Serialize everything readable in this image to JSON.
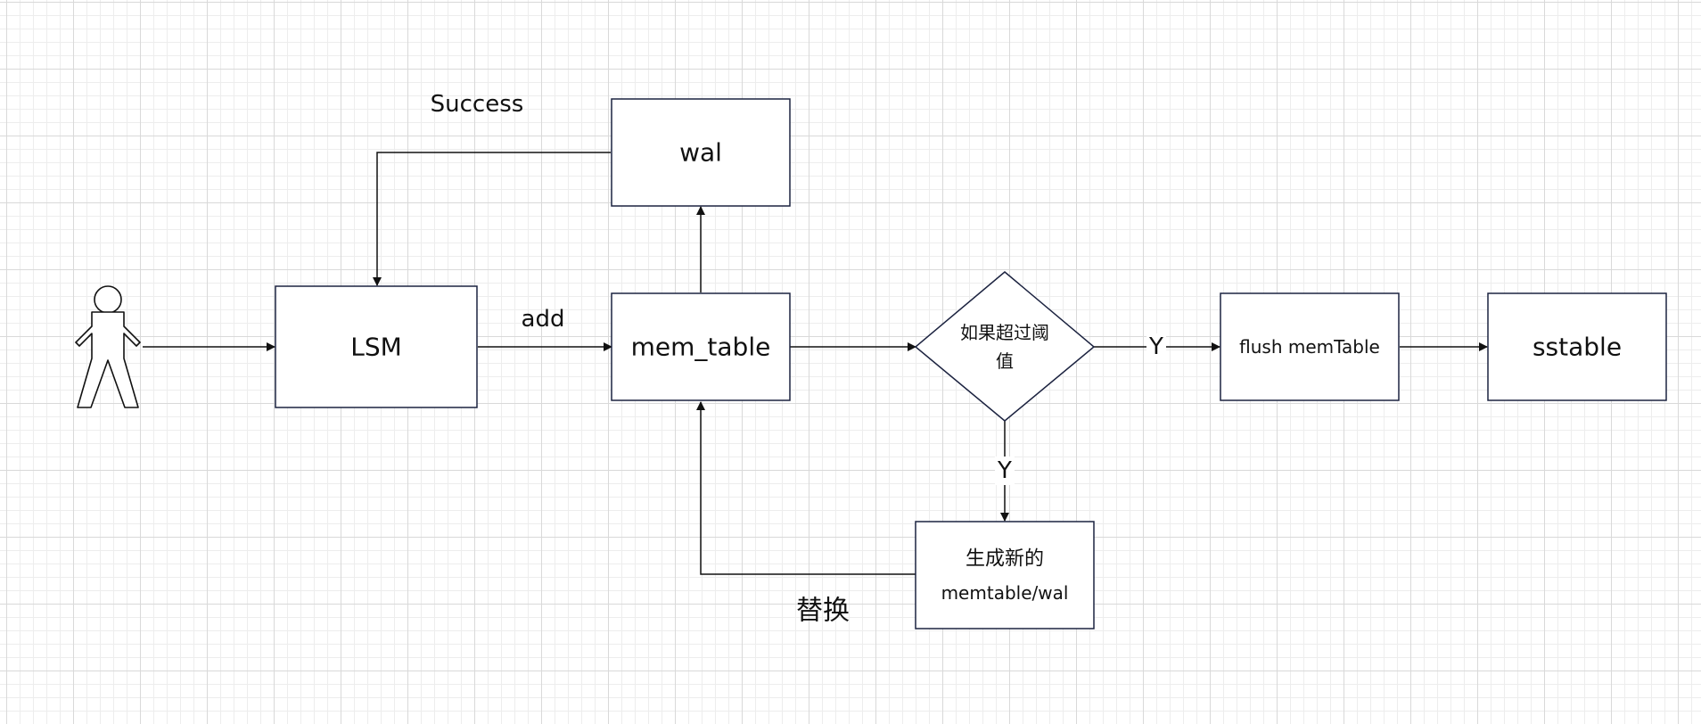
{
  "nodes": {
    "actor": "",
    "lsm": "LSM",
    "mem_table": "mem_table",
    "wal": "wal",
    "decision_line1": "如果超过阈",
    "decision_line2": "值",
    "new_memtable_line1": "生成新的",
    "new_memtable_line2": "memtable/wal",
    "flush": "flush memTable",
    "sstable": "sstable"
  },
  "edge_labels": {
    "success": "Success",
    "add": "add",
    "yes_right": "Y",
    "yes_down": "Y",
    "replace": "替换"
  },
  "colors": {
    "node_border": "#1c2340",
    "edge": "#111111",
    "grid_major": "#d9d9d9",
    "grid_minor": "#ededed"
  }
}
